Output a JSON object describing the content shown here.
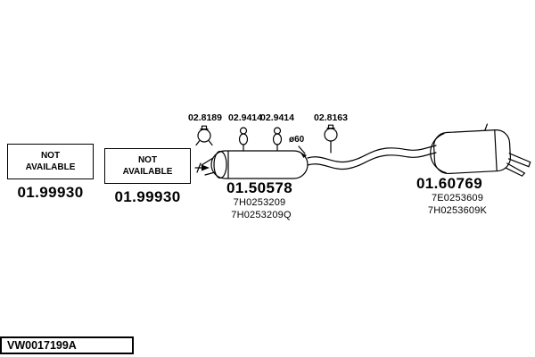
{
  "colors": {
    "background": "#ffffff",
    "line": "#000000",
    "text": "#000000"
  },
  "fasteners": [
    {
      "id": "02.8189",
      "icon": "clamp-icon"
    },
    {
      "id": "02.9414",
      "icon": "hanger-icon"
    },
    {
      "id": "02.9414",
      "icon": "hanger-icon"
    },
    {
      "id": "02.8163",
      "icon": "clamp-icon"
    }
  ],
  "placeholders": [
    {
      "lines": [
        "NOT",
        "AVAILABLE"
      ],
      "number": "01.99930"
    },
    {
      "lines": [
        "NOT",
        "AVAILABLE"
      ],
      "number": "01.99930"
    }
  ],
  "center_muffler": {
    "number": "01.50578",
    "oem": [
      "7H0253209",
      "7H0253209Q"
    ],
    "diameter": "ø60"
  },
  "rear_muffler": {
    "number": "01.60769",
    "oem": [
      "7E0253609",
      "7H0253609K"
    ]
  },
  "footer": {
    "code": "VW0017199A"
  }
}
